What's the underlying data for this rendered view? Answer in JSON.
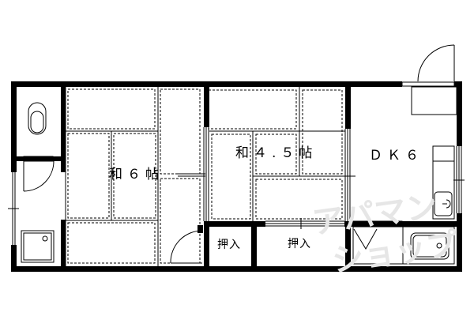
{
  "floor_plan": {
    "rooms": [
      {
        "id": "washitsu-6",
        "label": "和６帖",
        "type": "japanese-tatami-room",
        "size_jo": 6
      },
      {
        "id": "washitsu-4-5",
        "label": "和４.５帖",
        "type": "japanese-tatami-room",
        "size_jo": 4.5
      },
      {
        "id": "dk-6",
        "label": "ＤＫ６",
        "type": "dining-kitchen",
        "size_jo": 6
      },
      {
        "id": "closet-1",
        "label": "押入",
        "type": "closet"
      },
      {
        "id": "closet-2",
        "label": "押入",
        "type": "closet"
      },
      {
        "id": "toilet",
        "label": "",
        "type": "toilet"
      },
      {
        "id": "shower",
        "label": "",
        "type": "shower-unit"
      }
    ],
    "labels": {
      "room_6": "和６帖",
      "room_4_5": "和４.５帖",
      "dk": "ＤＫ６",
      "closet_a": "押入",
      "closet_b": "押入"
    },
    "watermark": {
      "line1": "アパマン",
      "line2": "ショップ"
    },
    "colors": {
      "wall": "#000000",
      "background": "#ffffff",
      "watermark": "#e6e6e6"
    }
  }
}
